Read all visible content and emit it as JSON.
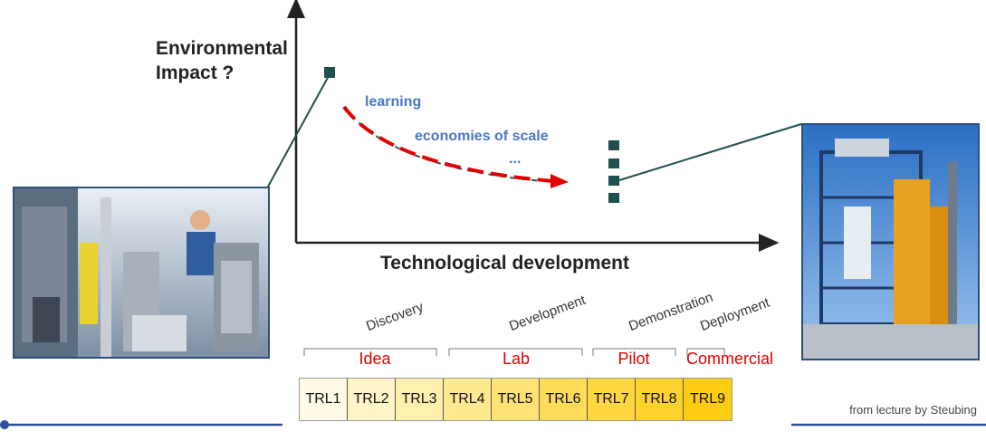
{
  "axis": {
    "y_label_line1": "Environmental",
    "y_label_line2": "Impact ?",
    "x_label": "Technological development"
  },
  "annotations": {
    "learning": "learning",
    "economies": "economies of scale",
    "ellipsis": "..."
  },
  "stages": [
    "Discovery",
    "Development",
    "Demonstration",
    "Deployment"
  ],
  "groups": [
    "Idea",
    "Lab",
    "Pilot",
    "Commercial"
  ],
  "trl": [
    "TRL1",
    "TRL2",
    "TRL3",
    "TRL4",
    "TRL5",
    "TRL6",
    "TRL7",
    "TRL8",
    "TRL9"
  ],
  "trl_colors": [
    "#fffbe6",
    "#fff5c8",
    "#fff0ad",
    "#ffe98e",
    "#ffe273",
    "#ffdc58",
    "#ffd640",
    "#ffd12b",
    "#ffcc14"
  ],
  "credit": "from lecture by Steubing",
  "colors": {
    "accent_red": "#e00000",
    "marker": "#1f4f4f",
    "note_blue": "#4a78c2",
    "rule_blue": "#2d4f9a"
  }
}
